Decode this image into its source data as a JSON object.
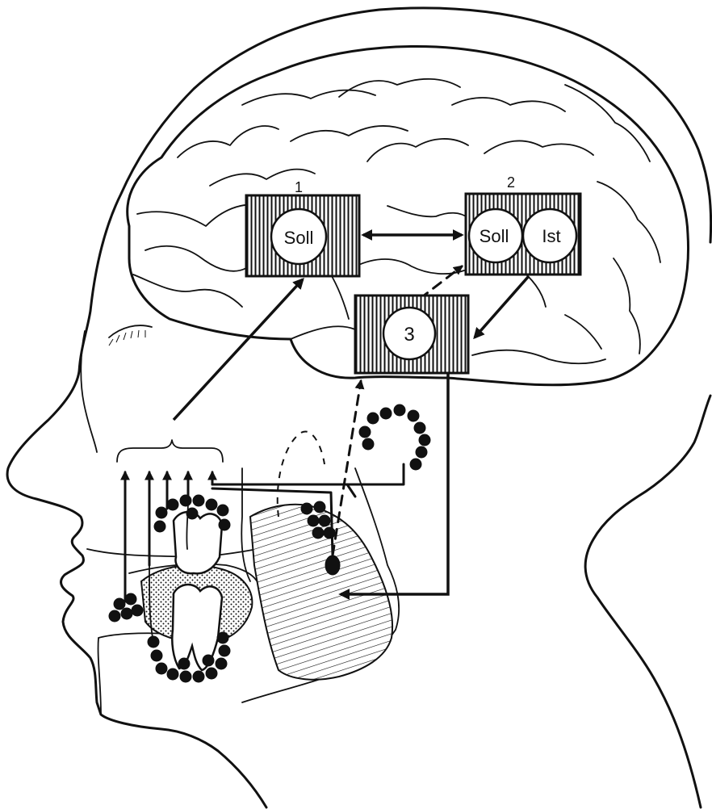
{
  "diagram": {
    "boxes": [
      {
        "number": "1",
        "circles": [
          "Soll"
        ]
      },
      {
        "number": "2",
        "circles": [
          "Soll",
          "Ist"
        ]
      },
      {
        "number": "",
        "circles": [
          "3"
        ]
      }
    ]
  },
  "colors": {
    "ink": "#111111",
    "paper": "#ffffff"
  }
}
